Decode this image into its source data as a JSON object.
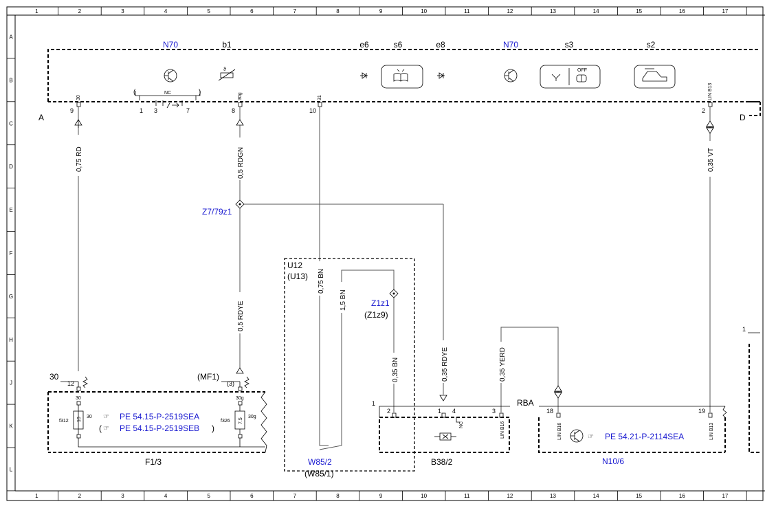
{
  "grid": {
    "columns": [
      "1",
      "2",
      "3",
      "4",
      "5",
      "6",
      "7",
      "8",
      "9",
      "10",
      "11",
      "12",
      "13",
      "14",
      "15",
      "16",
      "17"
    ],
    "rows": [
      "A",
      "B",
      "C",
      "D",
      "E",
      "F",
      "G",
      "H",
      "J",
      "K",
      "L"
    ]
  },
  "module_top": {
    "id_left": "N70",
    "id_right": "N70",
    "b1": "b1",
    "e6": "e6",
    "s6": "s6",
    "e8": "e8",
    "s3": "s3",
    "s2": "s2",
    "nc": "NC",
    "off": "OFF",
    "connector_left": "A",
    "connector_right": "D",
    "pins": {
      "p9": "9",
      "p9_name": "30",
      "p1": "1",
      "p3": "3",
      "p7": "7",
      "p8": "8",
      "p8_name": "30g",
      "p10": "10",
      "p10_name": "31",
      "p2": "2",
      "p2_name": "LIN B13"
    }
  },
  "wires": {
    "w_rd": "0,75 RD",
    "w_rdgn": "0,5 RDGN",
    "w_rdye": "0,5 RDYE",
    "w_vt": "0,35 VT",
    "w_bn075": "0,75 BN",
    "w_bn15": "1,5 BN",
    "w_bn035": "0,35 BN",
    "w_rdye035": "0,35 RDYE",
    "w_yerd": "0,35 YERD"
  },
  "splices": {
    "z7": "Z7/79z1",
    "z1": "Z1z1",
    "z1_alt": "(Z1z9)"
  },
  "ground_block": {
    "id": "U12",
    "id_alt": "(U13)",
    "ground": "W85/2",
    "ground_alt": "(W85/1)"
  },
  "fuse_box": {
    "id": "F1/3",
    "t30": "30",
    "t30_pin": "12",
    "mf1": "(MF1)",
    "mf1_pin": "(3)",
    "f312": "f312",
    "f312_val": "10",
    "f326": "f326",
    "f326_val": "7.5",
    "pin30": "30",
    "pin30g": "30g",
    "pin30g_side": "30g",
    "pin30_side": "30",
    "ref1": "PE 54.15-P-2519SEA",
    "ref2": "PE 54.15-P-2519SEB",
    "ref2_open": "(",
    "ref2_close": ")"
  },
  "b38": {
    "id": "B38/2",
    "p1_label": "1",
    "pin2": "2",
    "pin1": "1",
    "pin4": "4",
    "pin3": "3",
    "nc": "NC",
    "lin": "LIN B16"
  },
  "n10": {
    "id": "N10/6",
    "rba": "RBA",
    "pin18": "18",
    "pin19": "19",
    "lin16": "LIN B16",
    "lin13": "LIN B13",
    "ref": "PE 54.21-P-2114SEA",
    "right_label": "1"
  }
}
